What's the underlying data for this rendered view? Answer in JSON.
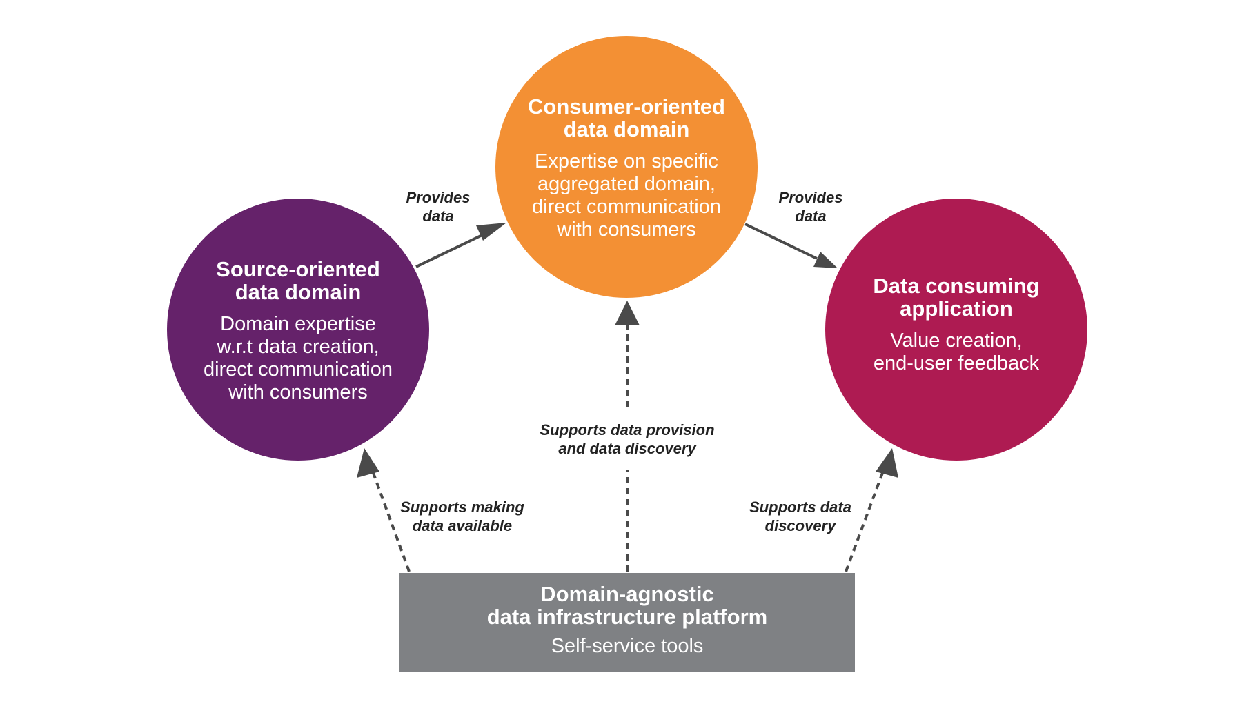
{
  "colors": {
    "source": "#65226a",
    "consumer": "#f39034",
    "application": "#ae1b52",
    "platform": "#7f8184",
    "arrow": "#4a4a4a"
  },
  "nodes": {
    "source": {
      "title": "Source-oriented\ndata domain",
      "desc": "Domain expertise\nw.r.t data creation,\ndirect communication\nwith consumers"
    },
    "consumer": {
      "title": "Consumer-oriented\ndata domain",
      "desc": "Expertise on specific\naggregated domain,\ndirect communication\nwith consumers"
    },
    "application": {
      "title": "Data consuming\napplication",
      "desc": "Value creation,\nend-user feedback"
    },
    "platform": {
      "title": "Domain-agnostic\ndata infrastructure platform",
      "desc": "Self-service tools"
    }
  },
  "edges": {
    "source_to_consumer": "Provides\ndata",
    "consumer_to_application": "Provides\ndata",
    "platform_to_consumer": "Supports data provision\nand data discovery",
    "platform_to_source": "Supports making\ndata available",
    "platform_to_application": "Supports data\ndiscovery"
  }
}
